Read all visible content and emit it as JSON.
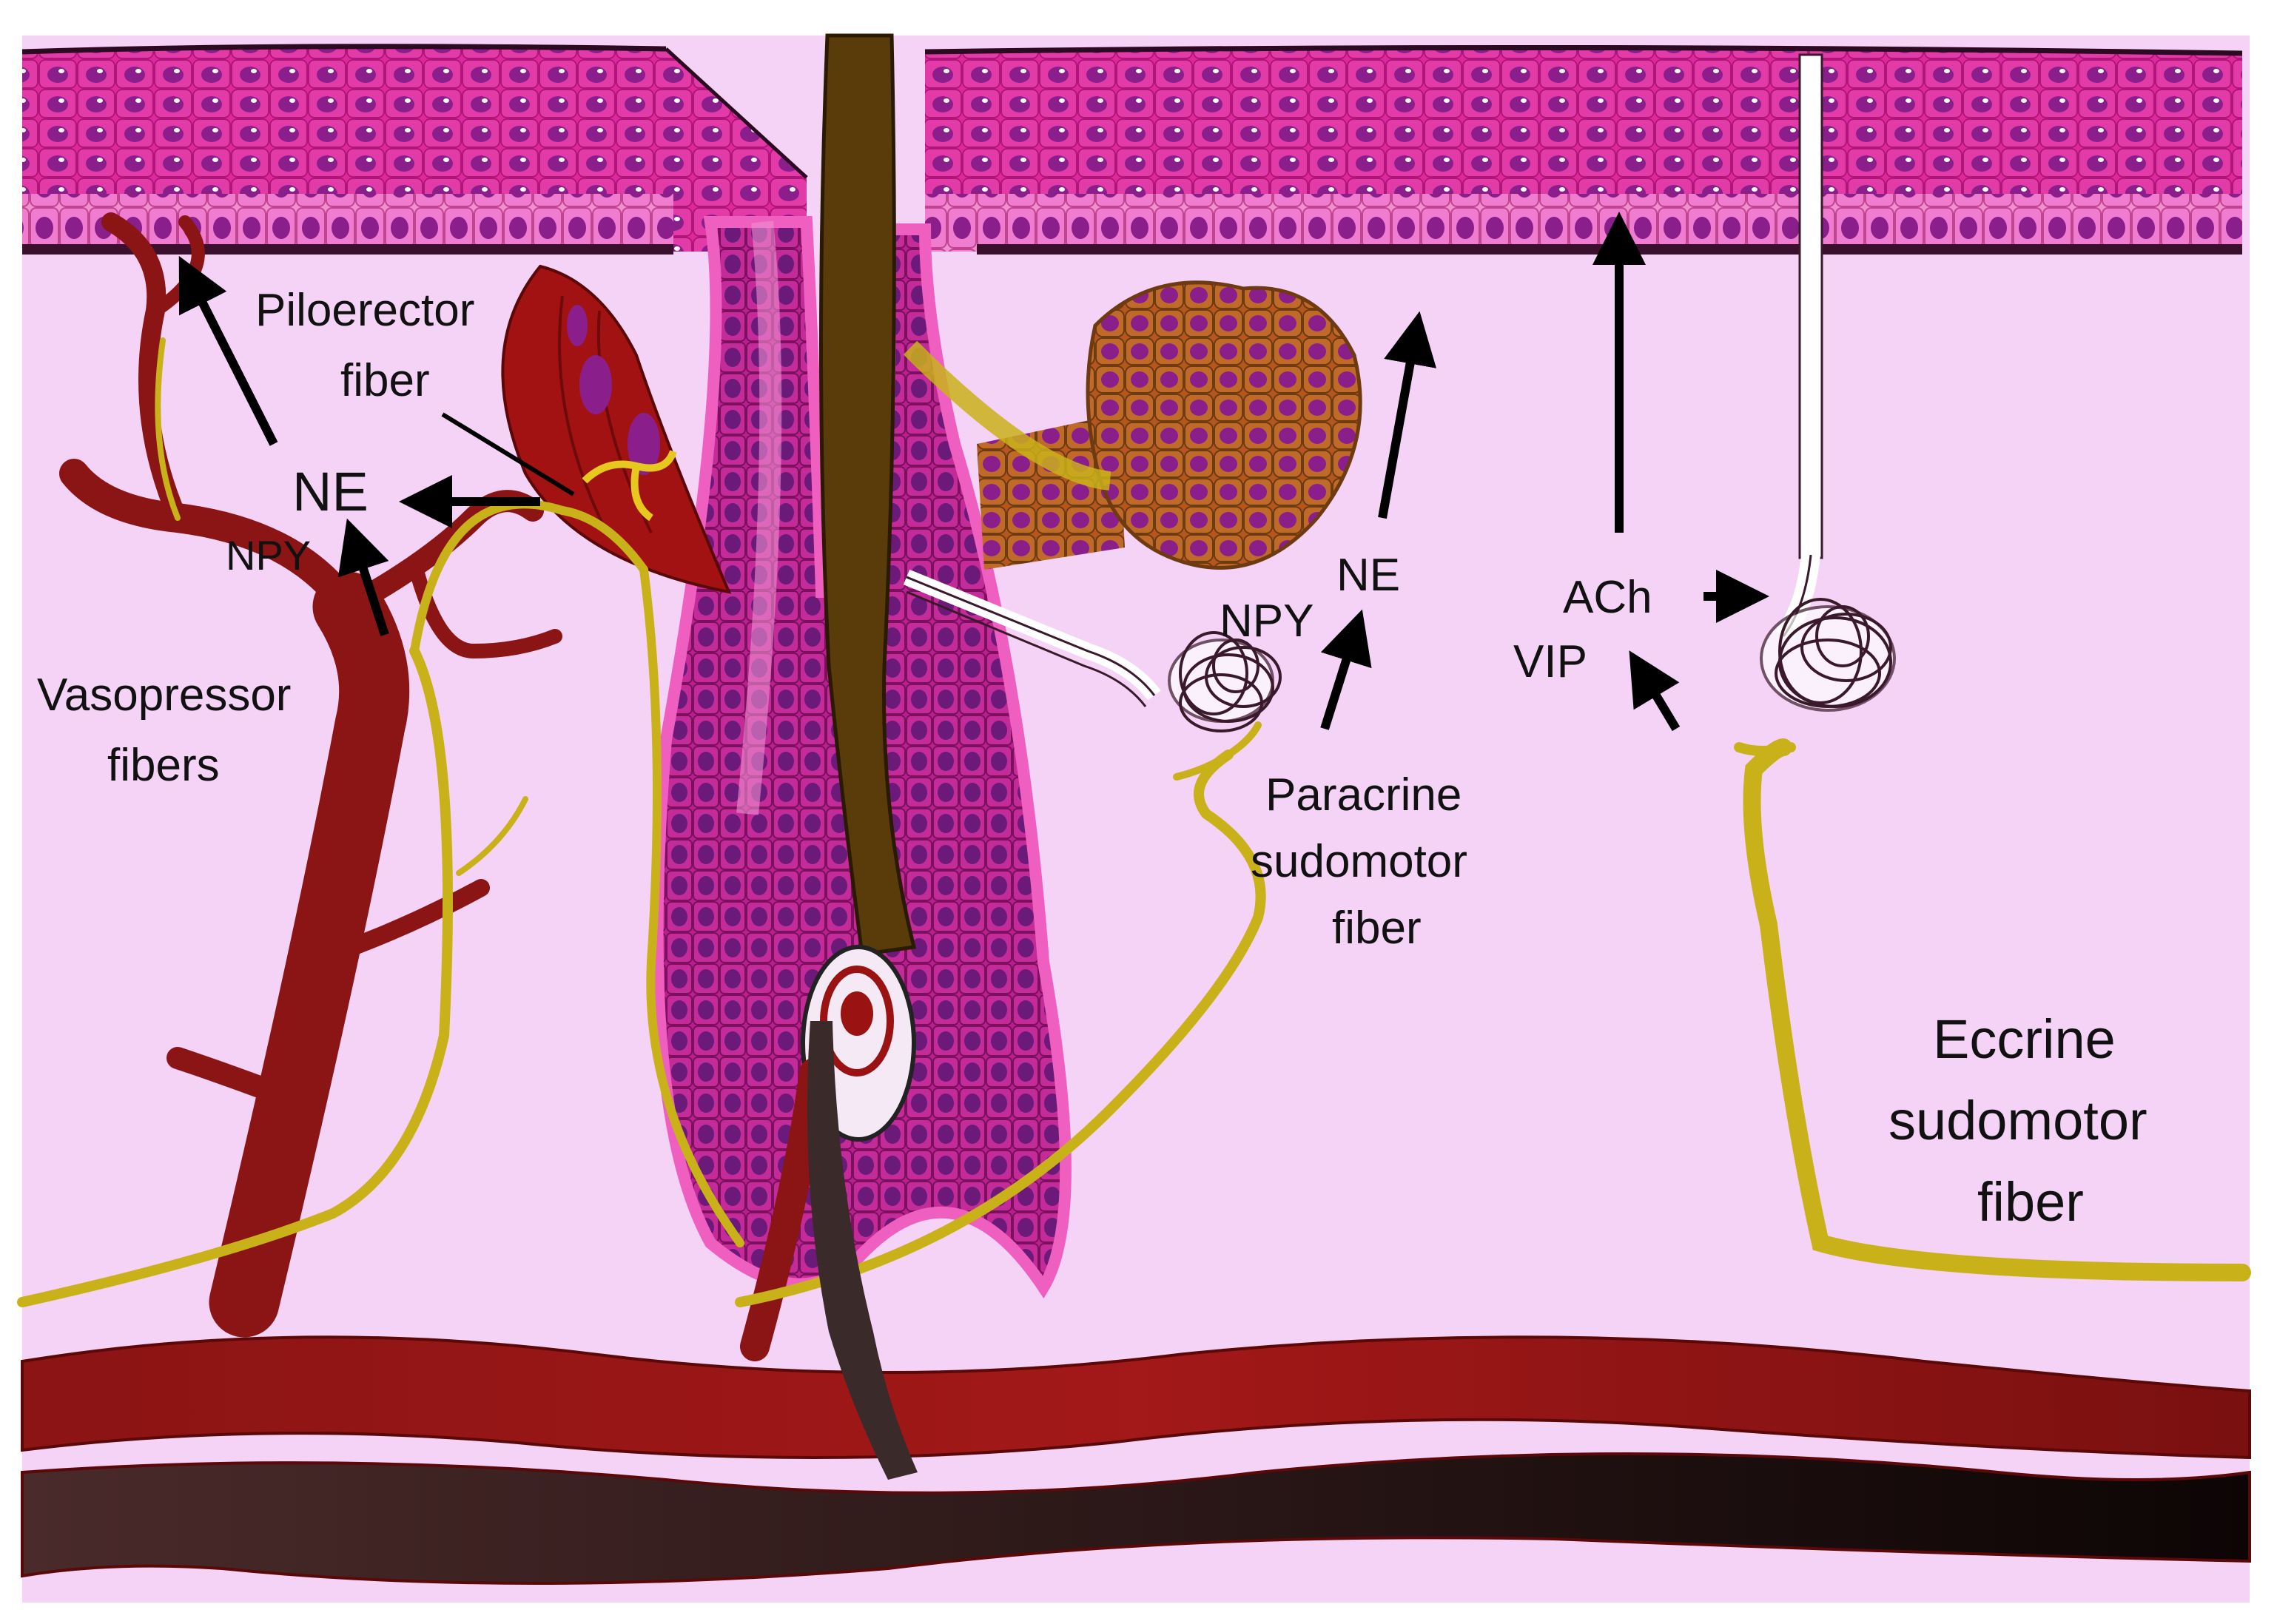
{
  "figure": {
    "colors": {
      "background": "#f4d3f6",
      "epidermis": "#e0289d",
      "nucleus": "#8a1f8c",
      "basement": "#3b0f2e",
      "vessel": "#8b1414",
      "vein": "#2a1414",
      "nerve": "#c9b11a",
      "hair": "#5a3b0a",
      "sebaceous": "#b4561e"
    },
    "icons": [
      "up-arrow-icon",
      "left-arrow-icon",
      "right-arrow-icon",
      "coiled-gland-icon"
    ]
  },
  "labels": {
    "piloerector_line1": "Piloerector",
    "piloerector_line2": "fiber",
    "ne_left": "NE",
    "npy_left": "NPY",
    "vasopressor_line1": "Vasopressor",
    "vasopressor_line2": "fibers",
    "ne_mid": "NE",
    "npy_mid": "NPY",
    "paracrine_line1": "Paracrine",
    "paracrine_line2": "sudomotor",
    "paracrine_line3": "fiber",
    "ach": "ACh",
    "vip": "VIP",
    "eccrine_line1": "Eccrine",
    "eccrine_line2": "sudomotor",
    "eccrine_line3": "fiber"
  }
}
